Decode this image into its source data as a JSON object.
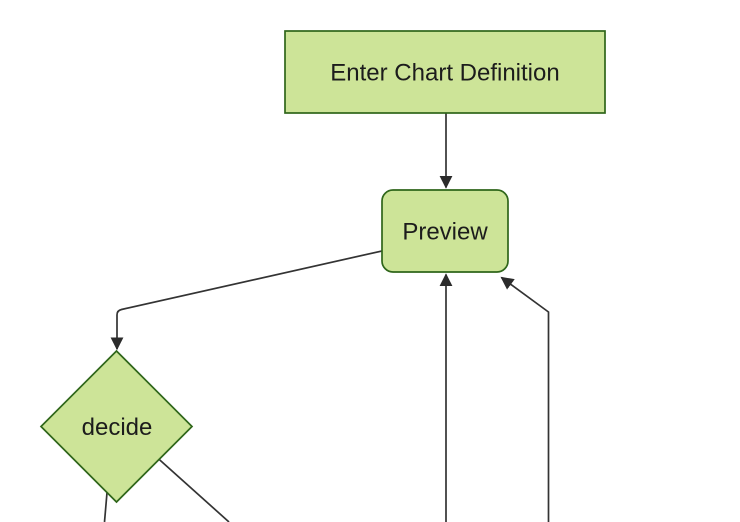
{
  "diagram": {
    "type": "flowchart-top-down",
    "background_color": "#ffffff",
    "node_fill_color": "#cde498",
    "node_border_color": "#2f661a",
    "edge_color": "#333333",
    "arrowhead_color": "#2b2b2b",
    "text_color": "#1c1c1c",
    "nodes": [
      {
        "id": "enter-chart-definition",
        "label": "Enter Chart Definition",
        "shape": "rectangle"
      },
      {
        "id": "preview",
        "label": "Preview",
        "shape": "rounded-rectangle"
      },
      {
        "id": "decide",
        "label": "decide",
        "shape": "diamond"
      }
    ],
    "edges": [
      {
        "from": "enter-chart-definition",
        "to": "preview",
        "arrowhead": true
      },
      {
        "from": "preview",
        "to": "decide",
        "arrowhead": true
      },
      {
        "from": "decide",
        "to": "offscreen-bottom-left",
        "arrowhead": false
      },
      {
        "from": "decide",
        "to": "offscreen-bottom-right",
        "arrowhead": false
      },
      {
        "from": "offscreen-bottom-center",
        "to": "preview",
        "arrowhead": true
      },
      {
        "from": "offscreen-bottom-right",
        "to": "preview",
        "arrowhead": true
      }
    ]
  }
}
